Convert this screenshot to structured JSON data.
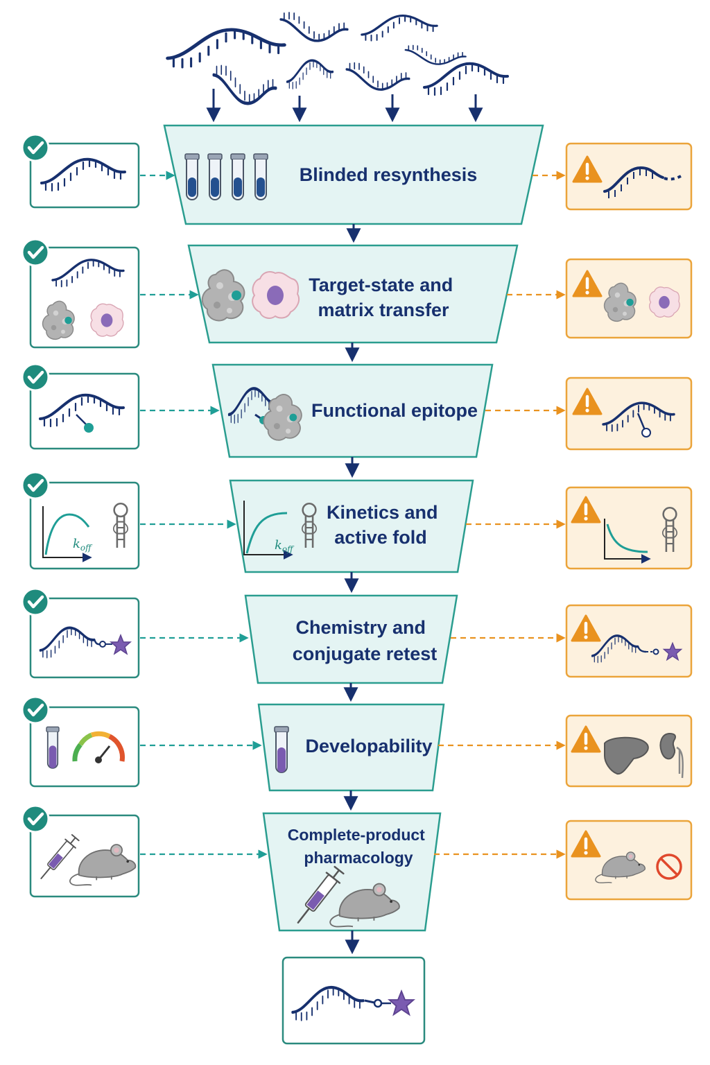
{
  "stages": [
    {
      "label_lines": [
        "Blinded resynthesis"
      ]
    },
    {
      "label_lines": [
        "Target-state and",
        "matrix transfer"
      ]
    },
    {
      "label_lines": [
        "Functional epitope"
      ]
    },
    {
      "label_lines": [
        "Kinetics and",
        "active fold"
      ]
    },
    {
      "label_lines": [
        "Chemistry and",
        "conjugate retest"
      ]
    },
    {
      "label_lines": [
        "Developability"
      ]
    },
    {
      "label_lines": [
        "Complete-product",
        "pharmacology"
      ]
    }
  ],
  "icons": {
    "pass": "check-circle-icon",
    "fail": "warning-triangle-icon"
  },
  "kinetics_label": {
    "main": "k",
    "subscript": "off"
  },
  "colors": {
    "navy": "#17306e",
    "teal": "#1f9e96",
    "stage_fill": "#e4f4f3",
    "stage_border": "#2a9d8f",
    "pass_border": "#2a8a7e",
    "fail_fill": "#fdf1de",
    "fail_border": "#eba43a",
    "warning": "#e9921f",
    "purple": "#7a5bb0",
    "gray": "#9e9e9e",
    "no_sign": "#e0482c"
  }
}
